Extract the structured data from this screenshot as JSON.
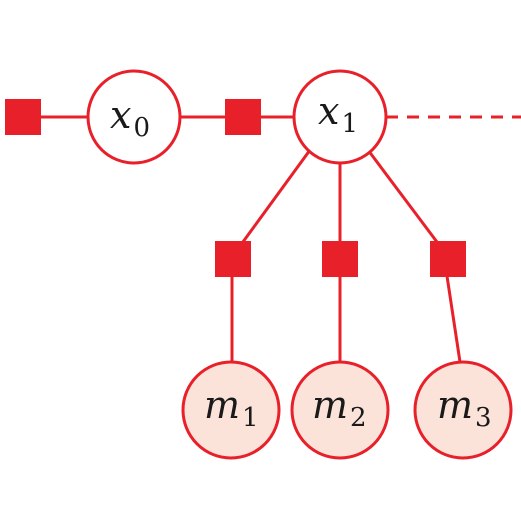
{
  "colors": {
    "edge": "#e8202a",
    "factor": "#e8202a",
    "pose_fill": "#ffffff",
    "landmark_fill": "#fbe3da",
    "stroke": "#e8202a",
    "text": "#1a1a1a"
  },
  "nodes": {
    "x0": {
      "base": "x",
      "sub": "0",
      "kind": "pose"
    },
    "x1": {
      "base": "x",
      "sub": "1",
      "kind": "pose"
    },
    "m1": {
      "base": "m",
      "sub": "1",
      "kind": "landmark"
    },
    "m2": {
      "base": "m",
      "sub": "2",
      "kind": "landmark"
    },
    "m3": {
      "base": "m",
      "sub": "3",
      "kind": "landmark"
    }
  },
  "factors": [
    "prior-x0",
    "odometry-x0-x1",
    "observation-x1-m1",
    "observation-x1-m2",
    "observation-x1-m3"
  ],
  "continuation": "dashed-right"
}
